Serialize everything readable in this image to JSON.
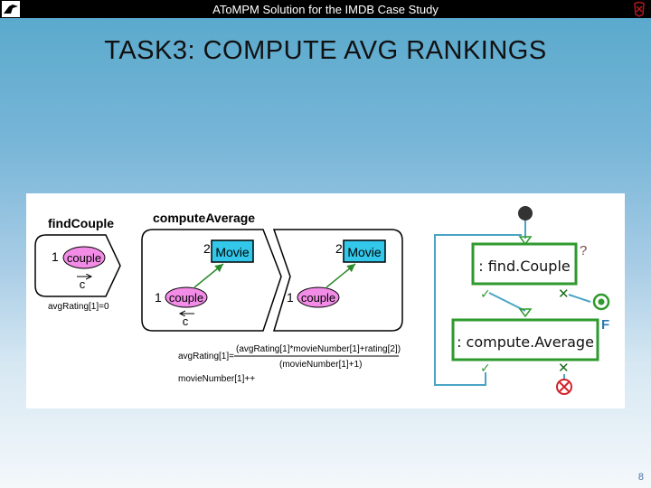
{
  "header": {
    "title": "AToMPM Solution for the IMDB Case Study",
    "left_logo_icon": "bird-icon",
    "right_logo_icon": "university-crest-icon"
  },
  "slide": {
    "title": "TASK3: COMPUTE AVG RANKINGS",
    "page_number": "8"
  },
  "rule_find_couple": {
    "title": "findCouple",
    "node_index": "1",
    "node_label": "couple",
    "var_label": "c",
    "action": "avgRating[1]=0"
  },
  "rule_compute_average": {
    "title": "computeAverage",
    "lhs_movie_index": "2",
    "lhs_movie_label": "Movie",
    "lhs_couple_index": "1",
    "lhs_couple_label": "couple",
    "lhs_var_label": "c",
    "rhs_movie_index": "2",
    "rhs_movie_label": "Movie",
    "rhs_couple_index": "1",
    "rhs_couple_label": "couple",
    "formula_lhs": "avgRating[1]=",
    "formula_numerator": "(avgRating[1]*movieNumber[1]+rating[2])",
    "formula_denominator": "(movieNumber[1]+1)",
    "action2": "movieNumber[1]++"
  },
  "control_flow": {
    "find_couple_label": ": find.Couple",
    "compute_average_label": ": compute.Average",
    "question_mark": "?",
    "fail_label": "F",
    "colors": {
      "rule_border": "#2e9a2e",
      "flow_line": "#4aa4c4",
      "fail_x": "#1a6b1a",
      "end_fail": "#d2232a"
    }
  },
  "colors": {
    "couple_fill": "#f28ce6",
    "movie_fill": "#33c8ea",
    "link_green": "#2a8a2a"
  }
}
